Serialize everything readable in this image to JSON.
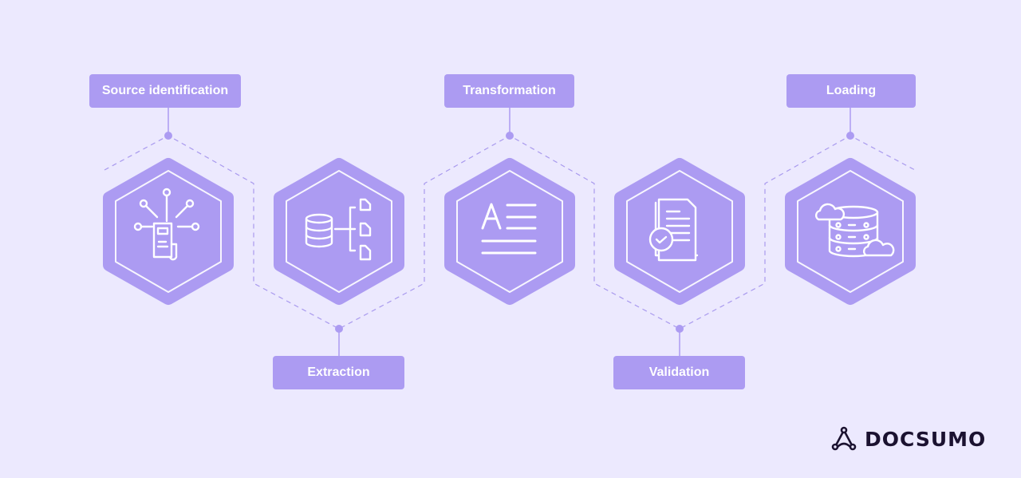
{
  "steps": [
    {
      "label": "Source identification",
      "icon": "document-network-icon"
    },
    {
      "label": "Extraction",
      "icon": "database-to-documents-icon"
    },
    {
      "label": "Transformation",
      "icon": "text-format-icon"
    },
    {
      "label": "Validation",
      "icon": "document-check-icon"
    },
    {
      "label": "Loading",
      "icon": "database-cloud-icon"
    }
  ],
  "brand": {
    "name": "DOCSUMO"
  },
  "colors": {
    "background": "#ECE9FE",
    "accent": "#AC9BF2",
    "text": "#FFFFFF",
    "brand_text": "#1B1230"
  }
}
